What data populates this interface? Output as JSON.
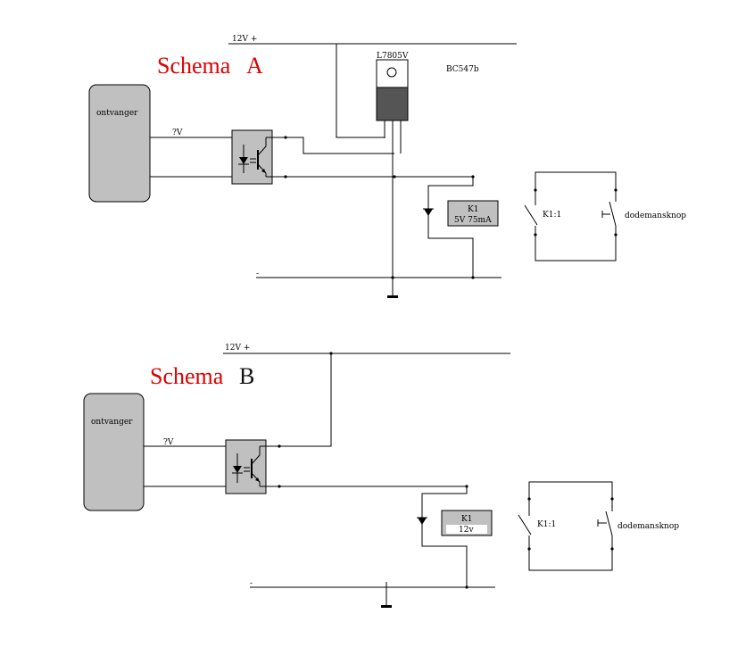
{
  "schema_a": {
    "title_word": "Schema",
    "title_letter": "A",
    "supply_label": "12V +",
    "ground_label": "-",
    "receiver_label": "ontvanger",
    "voltage_label": "?V",
    "regulator_label": "L7805V",
    "transistor_label": "BC547b",
    "relay_name": "K1",
    "relay_spec": "5V 75mA",
    "contact_label": "K1:1",
    "button_label": "dodemansknop"
  },
  "schema_b": {
    "title_word": "Schema",
    "title_letter": "B",
    "supply_label": "12V +",
    "ground_label": "-",
    "receiver_label": "ontvanger",
    "voltage_label": "?V",
    "relay_name": "K1",
    "relay_spec": "12v",
    "contact_label": "K1:1",
    "button_label": "dodemansknop"
  },
  "colors": {
    "title_red": "#dd0000",
    "title_black": "#111111",
    "component_fill": "#c0c0c0"
  }
}
